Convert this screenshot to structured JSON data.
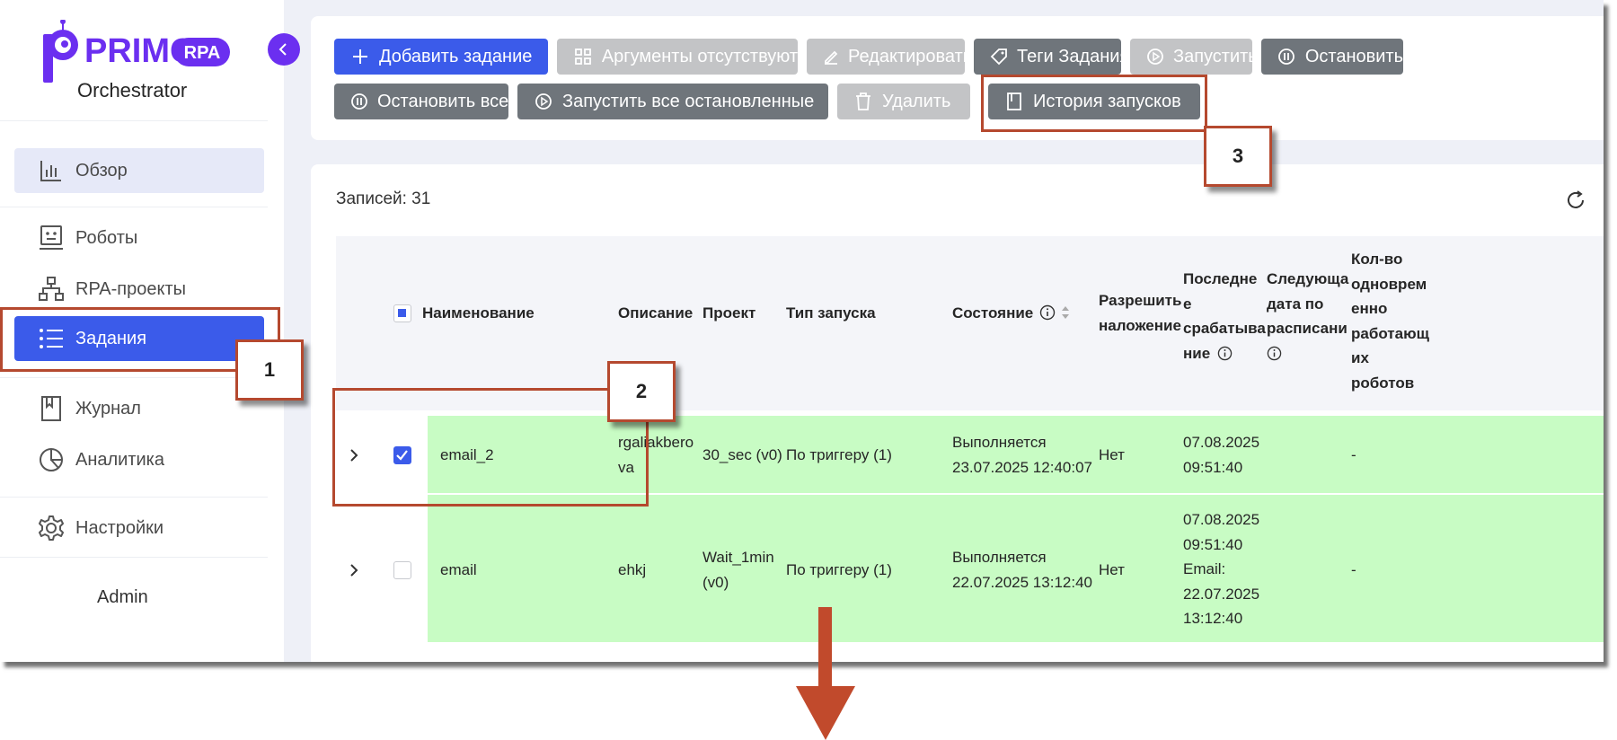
{
  "logo": {
    "brand": "PRIMO",
    "badge": "RPA",
    "product": "Orchestrator"
  },
  "sidebar": {
    "items": [
      {
        "label": "Обзор",
        "icon": "bar-chart-icon"
      },
      {
        "label": "Роботы",
        "icon": "robot-icon"
      },
      {
        "label": "RPA-проекты",
        "icon": "hierarchy-icon"
      },
      {
        "label": "Задания",
        "icon": "list-icon",
        "active": true
      },
      {
        "label": "Журнал",
        "icon": "book-icon"
      },
      {
        "label": "Аналитика",
        "icon": "pie-chart-icon"
      },
      {
        "label": "Настройки",
        "icon": "gear-icon"
      }
    ],
    "user": "Admin"
  },
  "toolbar": {
    "add": "Добавить задание",
    "args": "Аргументы отсутствуют",
    "edit": "Редактировать",
    "tags": "Теги Задания",
    "run": "Запустить",
    "stop": "Остановить",
    "stop_all": "Остановить все",
    "run_all_stopped": "Запустить все остановленные",
    "delete": "Удалить",
    "history": "История запусков"
  },
  "table": {
    "count_label": "Записей: 31",
    "headers": {
      "name": "Наименование",
      "description": "Описание",
      "project": "Проект",
      "launch_type": "Тип запуска",
      "state": "Состояние",
      "overlap": [
        "Разрешить",
        "наложение"
      ],
      "last_fire": [
        "Последне",
        "е",
        "срабатыва",
        "ние"
      ],
      "next_date": [
        "Следующа",
        "дата по",
        "расписани"
      ],
      "robots_count": [
        "Кол-во",
        "одноврем",
        "енно",
        "работающ",
        "их",
        "роботов"
      ]
    },
    "rows": [
      {
        "name": "email_2",
        "description": [
          "rgaliakbero",
          "va"
        ],
        "project": "30_sec (v0)",
        "launch_type": "По триггеру (1)",
        "state": [
          "Выполняется",
          "23.07.2025 12:40:07"
        ],
        "overlap": "Нет",
        "last_fire": [
          "07.08.2025",
          "09:51:40"
        ],
        "next_date": "",
        "robots": "-",
        "checked": true
      },
      {
        "name": "email",
        "description": [
          "ehkj"
        ],
        "project": [
          "Wait_1min",
          "(v0)"
        ],
        "launch_type": "По триггеру (1)",
        "state": [
          "Выполняется",
          "22.07.2025 13:12:40"
        ],
        "overlap": "Нет",
        "last_fire": [
          "07.08.2025",
          "09:51:40",
          "Email:",
          "22.07.2025",
          "13:12:40"
        ],
        "next_date": "",
        "robots": "-",
        "checked": false
      }
    ]
  },
  "annotations": {
    "tag1": "1",
    "tag2": "2",
    "tag3": "3"
  },
  "colors": {
    "primary": "#3b5bea",
    "dark_button": "#6f757b",
    "disabled_button": "#c3c4c6",
    "row_highlight": "#c8fcc4",
    "annotation": "#b5492f",
    "logo_purple": "#6b2ff0"
  }
}
